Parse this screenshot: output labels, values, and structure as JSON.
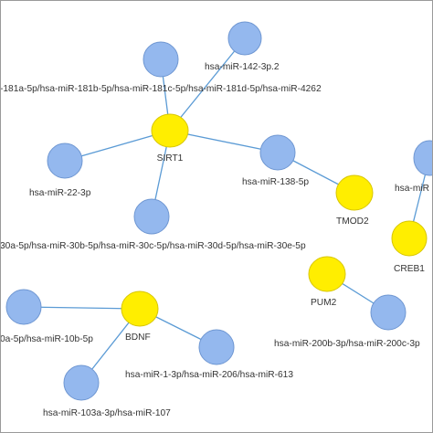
{
  "colors": {
    "mirna_fill": "#94b8ee",
    "gene_fill": "#ffee00",
    "edge": "#5b9bd5",
    "label": "#333333"
  },
  "nodes": [
    {
      "id": "sirt1",
      "kind": "gene",
      "label": "SIRT1"
    },
    {
      "id": "mir-142",
      "kind": "mirna",
      "label": "hsa-miR-142-3p.2"
    },
    {
      "id": "mir-181",
      "kind": "mirna",
      "label": "-181a-5p/hsa-miR-181b-5p/hsa-miR-181c-5p/hsa-miR-181d-5p/hsa-miR-4262"
    },
    {
      "id": "mir-22",
      "kind": "mirna",
      "label": "hsa-miR-22-3p"
    },
    {
      "id": "mir-30",
      "kind": "mirna",
      "label": "30a-5p/hsa-miR-30b-5p/hsa-miR-30c-5p/hsa-miR-30d-5p/hsa-miR-30e-5p"
    },
    {
      "id": "mir-138",
      "kind": "mirna",
      "label": "hsa-miR-138-5p"
    },
    {
      "id": "tmod2",
      "kind": "gene",
      "label": "TMOD2"
    },
    {
      "id": "mir-creb-top",
      "kind": "mirna",
      "label": "hsa-miR"
    },
    {
      "id": "creb1",
      "kind": "gene",
      "label": "CREB1"
    },
    {
      "id": "pum2",
      "kind": "gene",
      "label": "PUM2"
    },
    {
      "id": "mir-200",
      "kind": "mirna",
      "label": "hsa-miR-200b-3p/hsa-miR-200c-3p"
    },
    {
      "id": "bdnf",
      "kind": "gene",
      "label": "BDNF"
    },
    {
      "id": "mir-10",
      "kind": "mirna",
      "label": "0a-5p/hsa-miR-10b-5p"
    },
    {
      "id": "mir-1",
      "kind": "mirna",
      "label": "hsa-miR-1-3p/hsa-miR-206/hsa-miR-613"
    },
    {
      "id": "mir-103",
      "kind": "mirna",
      "label": "hsa-miR-103a-3p/hsa-miR-107"
    }
  ],
  "edges": [
    [
      "sirt1",
      "mir-142"
    ],
    [
      "sirt1",
      "mir-181"
    ],
    [
      "sirt1",
      "mir-22"
    ],
    [
      "sirt1",
      "mir-30"
    ],
    [
      "sirt1",
      "mir-138"
    ],
    [
      "mir-138",
      "tmod2"
    ],
    [
      "creb1",
      "mir-creb-top"
    ],
    [
      "pum2",
      "mir-200"
    ],
    [
      "bdnf",
      "mir-10"
    ],
    [
      "bdnf",
      "mir-1"
    ],
    [
      "bdnf",
      "mir-103"
    ]
  ]
}
